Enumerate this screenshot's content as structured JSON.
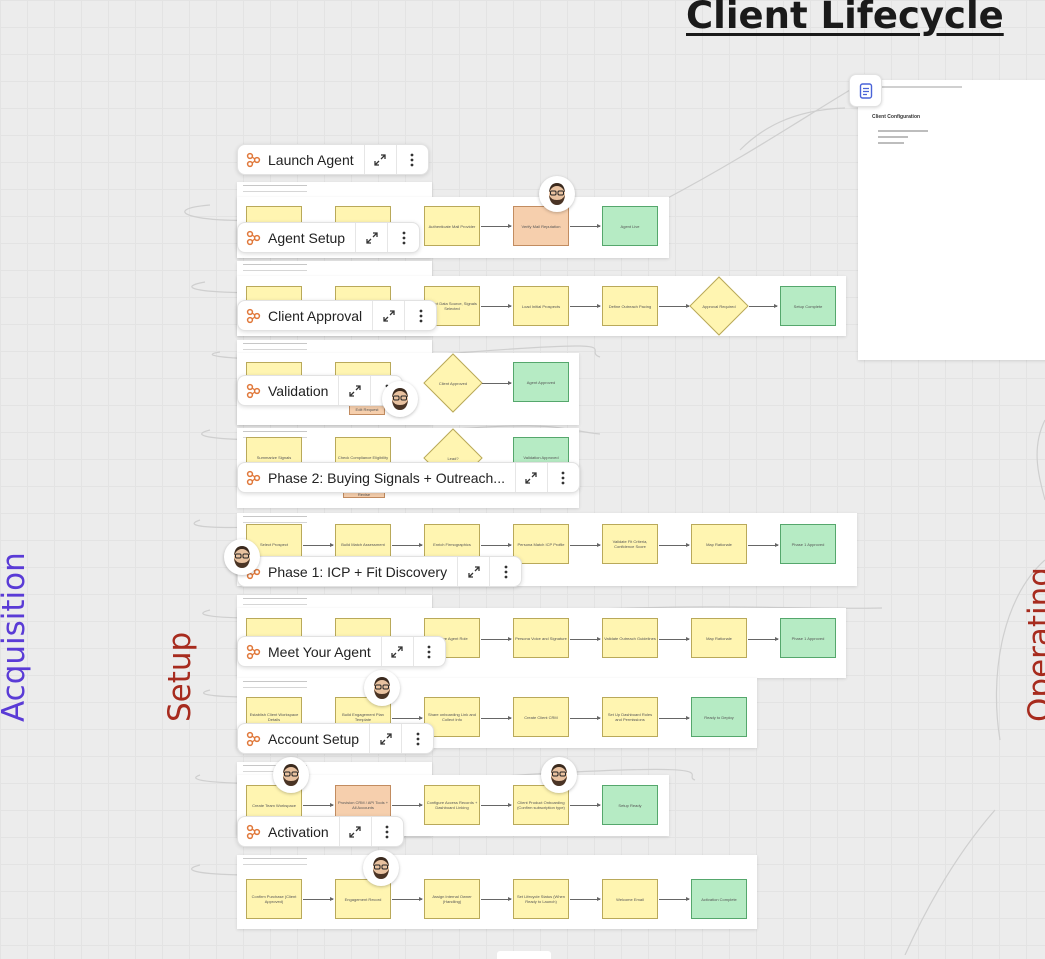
{
  "board": {
    "title": "Client Lifecycle",
    "side_labels": {
      "acquisition": "Acquisition",
      "setup": "Setup",
      "operating": "Operating"
    }
  },
  "colors": {
    "sticky_yellow": "#fff5b1",
    "sticky_green": "#b6ebc4",
    "sticky_peach": "#f6cfad",
    "acquisition_label": "#5a3bd6",
    "setup_label": "#a72b1e",
    "doc_icon": "#4a63d8",
    "frame_icon": "#e0783a"
  },
  "frames": [
    {
      "label": "Launch Agent",
      "icon": "frame-nodes-icon"
    },
    {
      "label": "Agent Setup",
      "icon": "frame-nodes-icon"
    },
    {
      "label": "Client Approval",
      "icon": "frame-nodes-icon"
    },
    {
      "label": "Validation",
      "icon": "frame-nodes-icon"
    },
    {
      "label": "Phase 2: Buying Signals + Outreach...",
      "icon": "frame-nodes-icon"
    },
    {
      "label": "Phase 1: ICP + Fit Discovery",
      "icon": "frame-nodes-icon"
    },
    {
      "label": "Meet Your Agent",
      "icon": "frame-nodes-icon"
    },
    {
      "label": "Account Setup",
      "icon": "frame-nodes-icon"
    },
    {
      "label": "Activation",
      "icon": "frame-nodes-icon"
    }
  ],
  "chip_actions": {
    "expand_icon": "expand-arrows-icon",
    "more_icon": "more-vertical-icon"
  },
  "doc_card": {
    "title": "Client Configuration",
    "icon": "document-icon"
  },
  "sticky_notes": {
    "launch_agent": [
      "",
      "",
      "Authenticate Mail Provider",
      "Verify Mail Reputation",
      "Agent Live"
    ],
    "agent_setup": [
      "",
      "",
      "Select Data Source, Signals Selected",
      "Load Initial Prospects",
      "Define Outreach Pacing",
      "Approval Required",
      "Setup Complete"
    ],
    "validation": [
      "",
      "",
      "Client Approved",
      "Agent Approved",
      "Edit Request"
    ],
    "phase2": [
      "Summarize Signals",
      "Check Compliance Eligibility",
      "Lead?",
      "Validation Approved",
      "Revise"
    ],
    "phase1": [
      "Select Prospect",
      "Build Match Assessment",
      "Enrich Firmographics",
      "Persona Match ICP Profile",
      "Validate Fit Criteria, Confidence Score",
      "Map Rationale",
      "Phase 1 Approved"
    ],
    "meet_agent": [
      "",
      "",
      "Name Agent Role",
      "Persona Voice and Signature",
      "Validate Outreach Guidelines",
      "Map Rationale",
      "Phase 1 Approved"
    ],
    "account_setup": [
      "Establish Client Workspace Details",
      "Build Engagement Plan Template",
      "Share onboarding Link and Collect Info",
      "Create Client CRM",
      "Set Up Dashboard Roles and Permissions",
      "Ready to Deploy"
    ],
    "activation": [
      "Create Team Workspace",
      "Provision CRM / API Tools + All Accounts",
      "Configure Access Records + Dashboard Linking",
      "Client Product Onboarding (Confirm subscription type)",
      "Setup Ready"
    ],
    "bottom": [
      "Confirm Purchase (Client Approved)",
      "Engagement Record",
      "Assign Internal Owner (Handling)",
      "Set Lifecycle Status (When Ready to Launch)",
      "Welcome Email",
      "Activation Complete"
    ]
  }
}
